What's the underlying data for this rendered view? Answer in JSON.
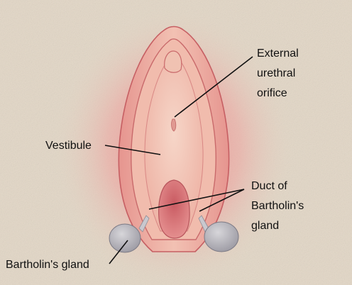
{
  "labels": {
    "urethral_orifice": [
      "External",
      "urethral",
      "orifice"
    ],
    "vestibule": "Vestibule",
    "duct": [
      "Duct of",
      "Bartholin's",
      "gland"
    ],
    "gland": "Bartholin's gland"
  }
}
